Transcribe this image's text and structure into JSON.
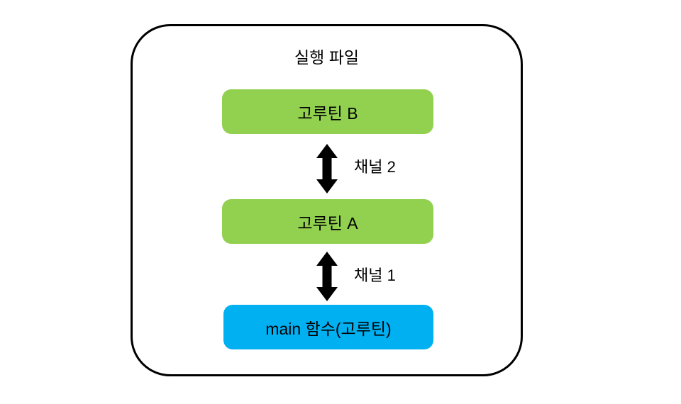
{
  "diagram": {
    "title": "실행 파일",
    "background_color": "#FFFFFF",
    "border_color": "#000000",
    "nodes": [
      {
        "id": "goroutine-b",
        "label": "고루틴 B",
        "color": "#92D050"
      },
      {
        "id": "goroutine-a",
        "label": "고루틴 A",
        "color": "#92D050"
      },
      {
        "id": "main-function",
        "label": "main 함수(고루틴)",
        "color": "#00B0F0"
      }
    ],
    "connections": [
      {
        "id": "channel-2",
        "label": "채널 2",
        "from": "goroutine-b",
        "to": "goroutine-a",
        "direction": "bidirectional"
      },
      {
        "id": "channel-1",
        "label": "채널 1",
        "from": "goroutine-a",
        "to": "main-function",
        "direction": "bidirectional"
      }
    ]
  }
}
